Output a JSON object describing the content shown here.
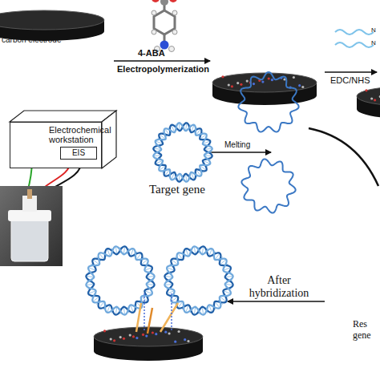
{
  "diagram": {
    "nodes": [
      {
        "text": [
          "Electrochemical workstation"
        ]
      },
      {
        "text": [
          "EIS"
        ],
        "in": 0
      }
    ],
    "labels": [
      "carbon electrode",
      "4-ABA",
      "Electropolymerization",
      "N",
      "N",
      "EDC/NHS",
      "Target gene",
      "Melting",
      "After hybridization",
      "Res gene"
    ]
  }
}
